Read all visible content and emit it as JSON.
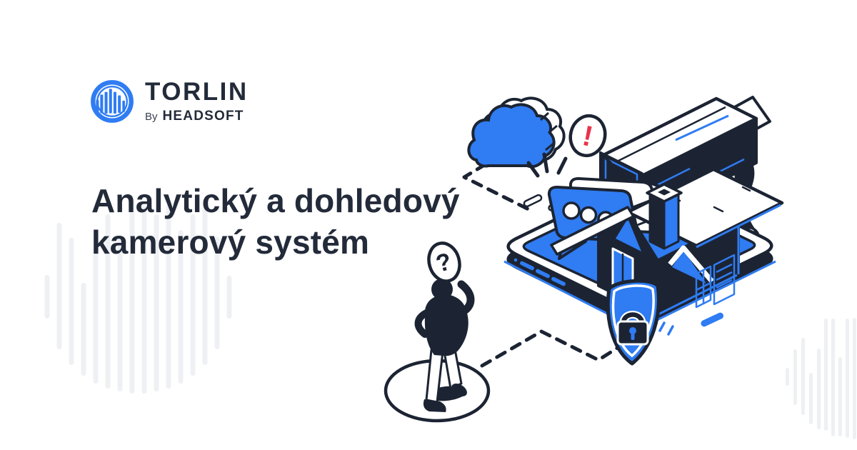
{
  "meta": {
    "background": "#ffffff"
  },
  "colors": {
    "accent_blue": "#2f7cf3",
    "ink_navy": "#1c2433",
    "alert_red": "#e8344c",
    "pattern_gray": "#eef0f3",
    "text_navy": "#232b3a"
  },
  "logo": {
    "brand": "TORLIN",
    "byline_prefix": "By",
    "byline_name": "HEADSOFT",
    "icon": "torlin-equalizer-circle-icon"
  },
  "headline": {
    "line1": "Analytický a dohledový",
    "line2": "kamerový systém"
  },
  "illustration": {
    "description": "Isometric scene: smartphone with smart-home house, CCTV security camera, cloud, chat bubble, security shield with padlock, and a puzzled person",
    "question_mark": "?",
    "exclamation_mark": "!"
  }
}
